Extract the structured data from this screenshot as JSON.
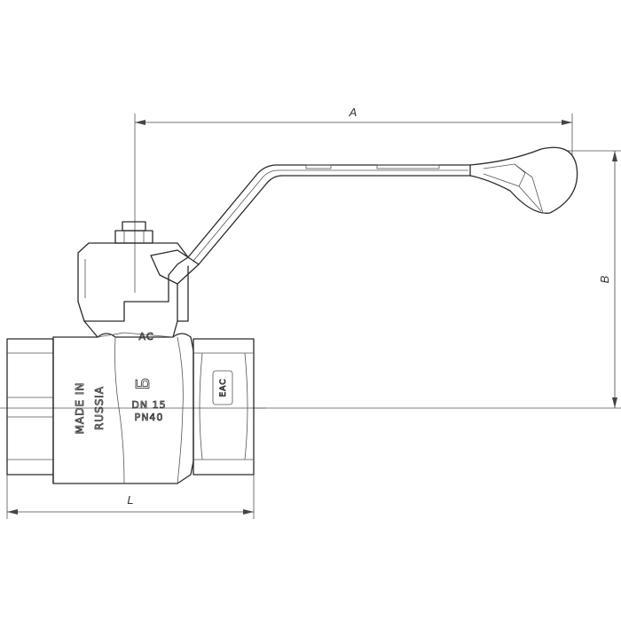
{
  "dimensions": {
    "a_label": "A",
    "b_label": "B",
    "l_label": "L"
  },
  "body_markings": {
    "made_in": "MADE IN",
    "country": "RUSSIA",
    "dn": "DN 15",
    "pn": "PN40",
    "top_mark": "AC",
    "logo": "Б",
    "cert": "EAC"
  }
}
